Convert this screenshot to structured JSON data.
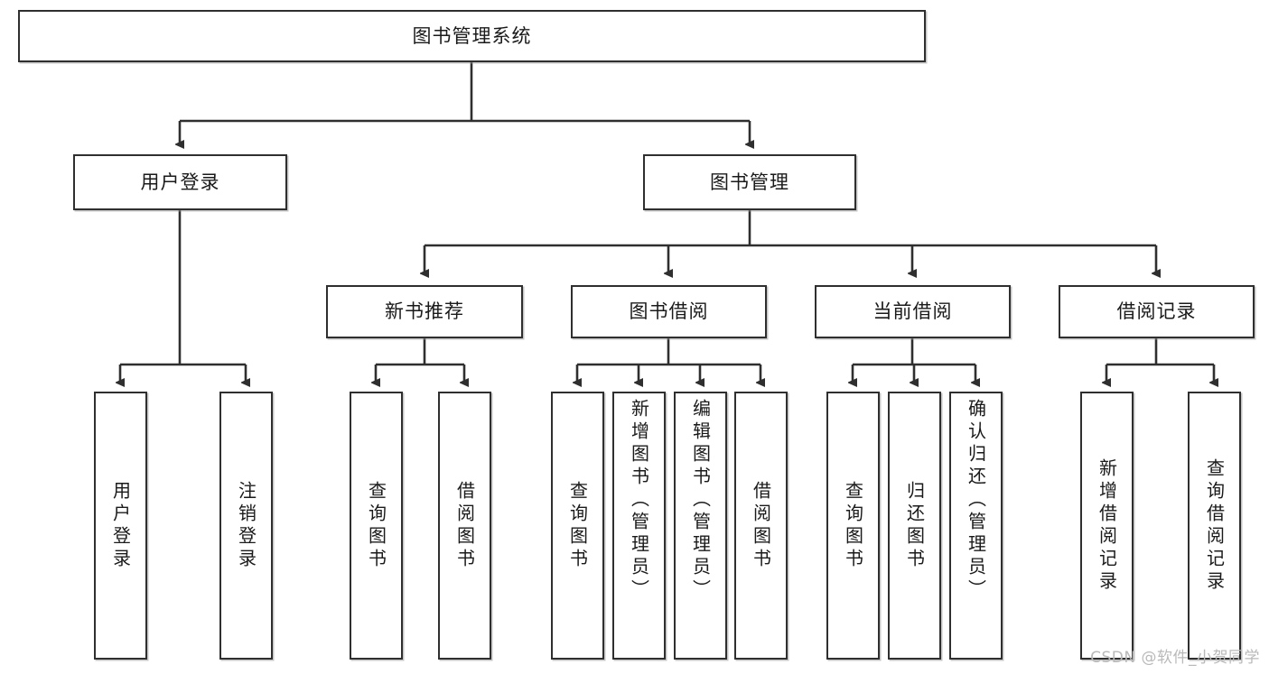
{
  "diagram": {
    "type": "tree",
    "title": "图书管理系统",
    "watermark": "CSDN @软件_小贺同学",
    "colors": {
      "box_border": "#2f2f2f",
      "box_fill": "#ffffff",
      "connector": "#2f2f2f",
      "text": "#1a1a1a",
      "watermark": "#b9b9b9"
    },
    "nodes": {
      "root": {
        "label": "图书管理系统",
        "orientation": "horizontal"
      },
      "level2": [
        {
          "id": "user-login",
          "label": "用户登录",
          "orientation": "horizontal"
        },
        {
          "id": "book-management",
          "label": "图书管理",
          "orientation": "horizontal"
        }
      ],
      "level3": [
        {
          "id": "new-book-recommend",
          "label": "新书推荐",
          "orientation": "horizontal"
        },
        {
          "id": "book-borrow",
          "label": "图书借阅",
          "orientation": "horizontal"
        },
        {
          "id": "current-borrow",
          "label": "当前借阅",
          "orientation": "horizontal"
        },
        {
          "id": "borrow-record",
          "label": "借阅记录",
          "orientation": "horizontal"
        }
      ],
      "leaves": {
        "user-login": [
          {
            "id": "leaf-user-login",
            "label": "用户登录",
            "orientation": "vertical"
          },
          {
            "id": "leaf-user-logout",
            "label": "注销登录",
            "orientation": "vertical"
          }
        ],
        "new-book-recommend": [
          {
            "id": "leaf-query-book-1",
            "label": "查询图书",
            "orientation": "vertical"
          },
          {
            "id": "leaf-borrow-book-1",
            "label": "借阅图书",
            "orientation": "vertical"
          }
        ],
        "book-borrow": [
          {
            "id": "leaf-query-book-2",
            "label": "查询图书",
            "orientation": "vertical"
          },
          {
            "id": "leaf-add-book",
            "label": "新增图书（管理员）",
            "orientation": "vertical"
          },
          {
            "id": "leaf-edit-book",
            "label": "编辑图书（管理员）",
            "orientation": "vertical"
          },
          {
            "id": "leaf-borrow-book-2",
            "label": "借阅图书",
            "orientation": "vertical"
          }
        ],
        "current-borrow": [
          {
            "id": "leaf-query-book-3",
            "label": "查询图书",
            "orientation": "vertical"
          },
          {
            "id": "leaf-return-book",
            "label": "归还图书",
            "orientation": "vertical"
          },
          {
            "id": "leaf-confirm-return",
            "label": "确认归还（管理员）",
            "orientation": "vertical"
          }
        ],
        "borrow-record": [
          {
            "id": "leaf-add-record",
            "label": "新增借阅记录",
            "orientation": "vertical"
          },
          {
            "id": "leaf-query-record",
            "label": "查询借阅记录",
            "orientation": "vertical"
          }
        ]
      }
    }
  }
}
